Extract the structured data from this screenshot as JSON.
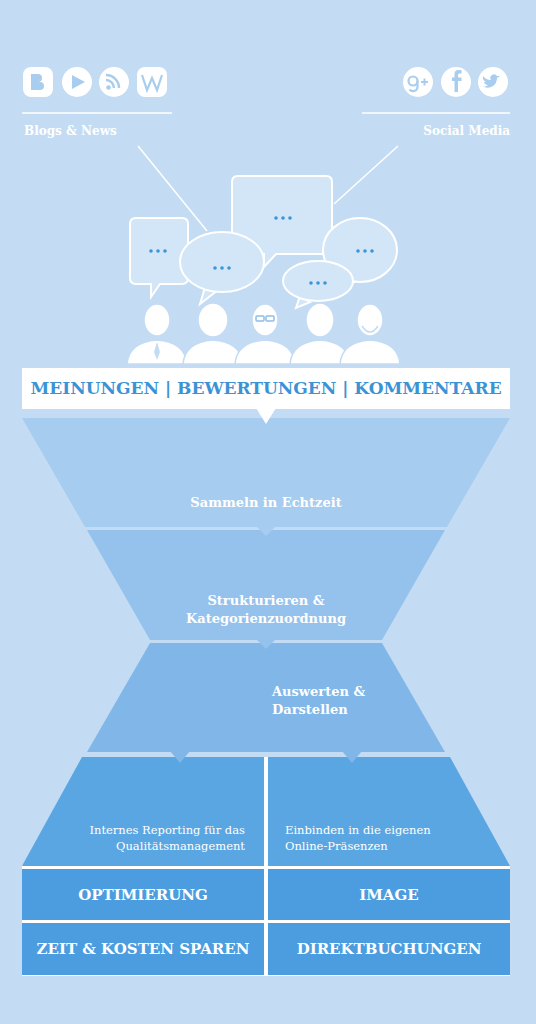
{
  "diagram": {
    "nodes": [
      {
        "text": [
          "MEINUNGEN | BEWERTUNGEN | KOMMENTARE"
        ]
      },
      {
        "text": [
          "Sammeln in Echtzeit"
        ]
      },
      {
        "text": [
          "Strukturieren & Kategorienzuordnung"
        ]
      },
      {
        "text": [
          "Auswerten & Darstellen"
        ]
      },
      {
        "text": [
          "Internes Reporting für das Qualitätsmanagement"
        ]
      },
      {
        "text": [
          "Einbinden in die eigenen Online-Präsenzen"
        ]
      },
      {
        "text": [
          "OPTIMIERUNG"
        ]
      },
      {
        "text": [
          "IMAGE"
        ]
      },
      {
        "text": [
          "ZEIT & KOSTEN SPAREN"
        ]
      },
      {
        "text": [
          "DIREKTBUCHUNGEN"
        ]
      }
    ],
    "edges": [
      {
        "from": 0,
        "to": 1,
        "arrow": "to"
      },
      {
        "from": 1,
        "to": 2,
        "arrow": "to"
      },
      {
        "from": 2,
        "to": 3,
        "arrow": "to"
      },
      {
        "from": 3,
        "to": 4,
        "arrow": "to"
      },
      {
        "from": 3,
        "to": 5,
        "arrow": "to"
      }
    ],
    "labels": [
      "Blogs & News",
      "Social Media"
    ]
  }
}
